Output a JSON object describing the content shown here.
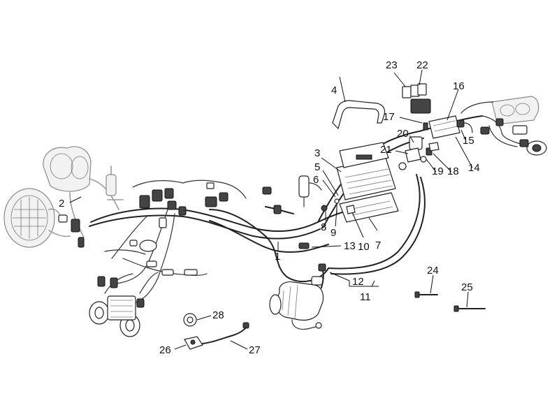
{
  "callouts": {
    "c1": "1",
    "c2": "2",
    "c3": "3",
    "c4": "4",
    "c5": "5",
    "c6": "6",
    "c7": "7",
    "c8": "8",
    "c9": "9",
    "c10": "10",
    "c11": "11",
    "c12": "12",
    "c13": "13",
    "c14": "14",
    "c15": "15",
    "c16": "16",
    "c17": "17",
    "c18": "18",
    "c19": "19",
    "c20": "20",
    "c21": "21",
    "c22": "22",
    "c23": "23",
    "c24": "24",
    "c25": "25",
    "c26": "26",
    "c27": "27",
    "c28": "28"
  },
  "colors": {
    "line": "#222222",
    "ghost": "#9a9a9a",
    "background": "#ffffff"
  }
}
